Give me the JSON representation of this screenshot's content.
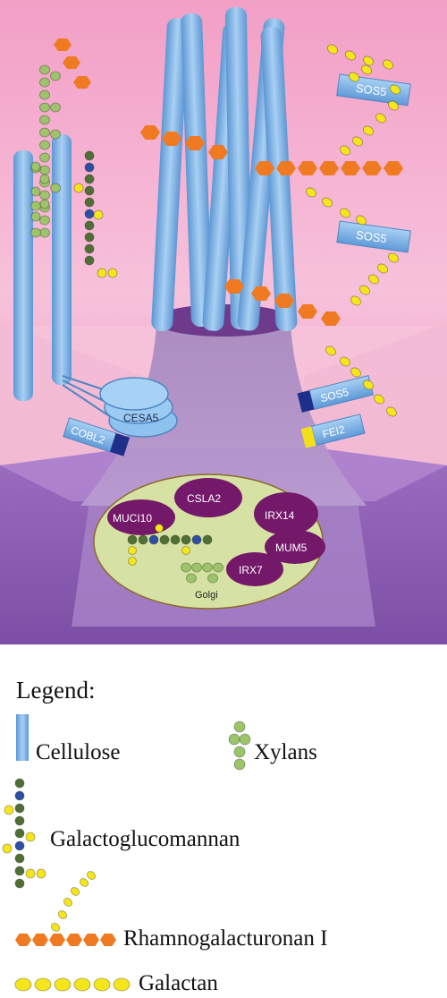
{
  "figure": {
    "labels": {
      "sos5_top": "SOS5",
      "sos5_mid": "SOS5",
      "sos5_low": "SOS5",
      "cesa5": "CESA5",
      "cobl2": "COBL2",
      "fei2": "FEI2",
      "csla2": "CSLA2",
      "muci10": "MUCI10",
      "irx14": "IRX14",
      "mum5": "MUM5",
      "irx7": "IRX7",
      "golgi": "Golgi"
    },
    "colors": {
      "cellulose": "#7fb6e6",
      "xylan": "#9dc46a",
      "rg1": "#ef7a22",
      "galactan": "#f5e61c",
      "gm_dark": "#4f6f35",
      "gm_blue": "#2c4fa3",
      "golgi_fill": "#d8e3a8",
      "protein": "#7a1b6e",
      "wall_pink": "#f3a9c8",
      "cell_purple": "#9a72b8"
    }
  },
  "legend": {
    "title": "Legend:",
    "items": [
      {
        "name": "Cellulose"
      },
      {
        "name": "Xylans"
      },
      {
        "name": "Galactoglucomannan"
      },
      {
        "name": "Rhamnogalacturonan I"
      },
      {
        "name": "Galactan"
      }
    ]
  }
}
